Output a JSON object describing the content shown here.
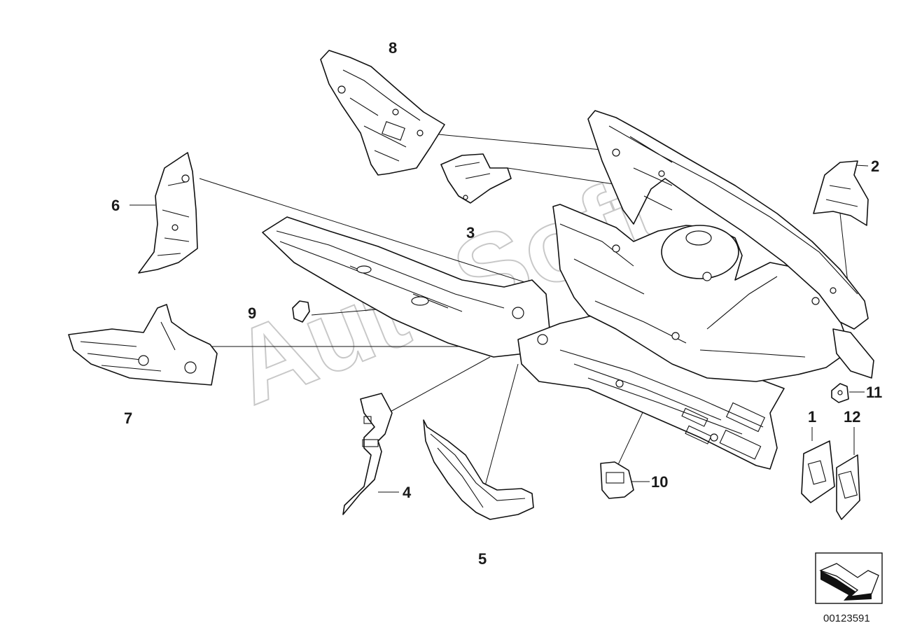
{
  "watermark": "AutoSoft",
  "diagram_id": "00123591",
  "callouts": {
    "c1": "1",
    "c2": "2",
    "c3": "3",
    "c4": "4",
    "c5": "5",
    "c6": "6",
    "c7": "7",
    "c8": "8",
    "c9": "9",
    "c10": "10",
    "c11": "11",
    "c12": "12"
  },
  "colors": {
    "line": "#111111",
    "background": "#ffffff",
    "watermark": "#c8c8c8"
  },
  "icons": {
    "orientation": "direction-arrow-icon"
  }
}
